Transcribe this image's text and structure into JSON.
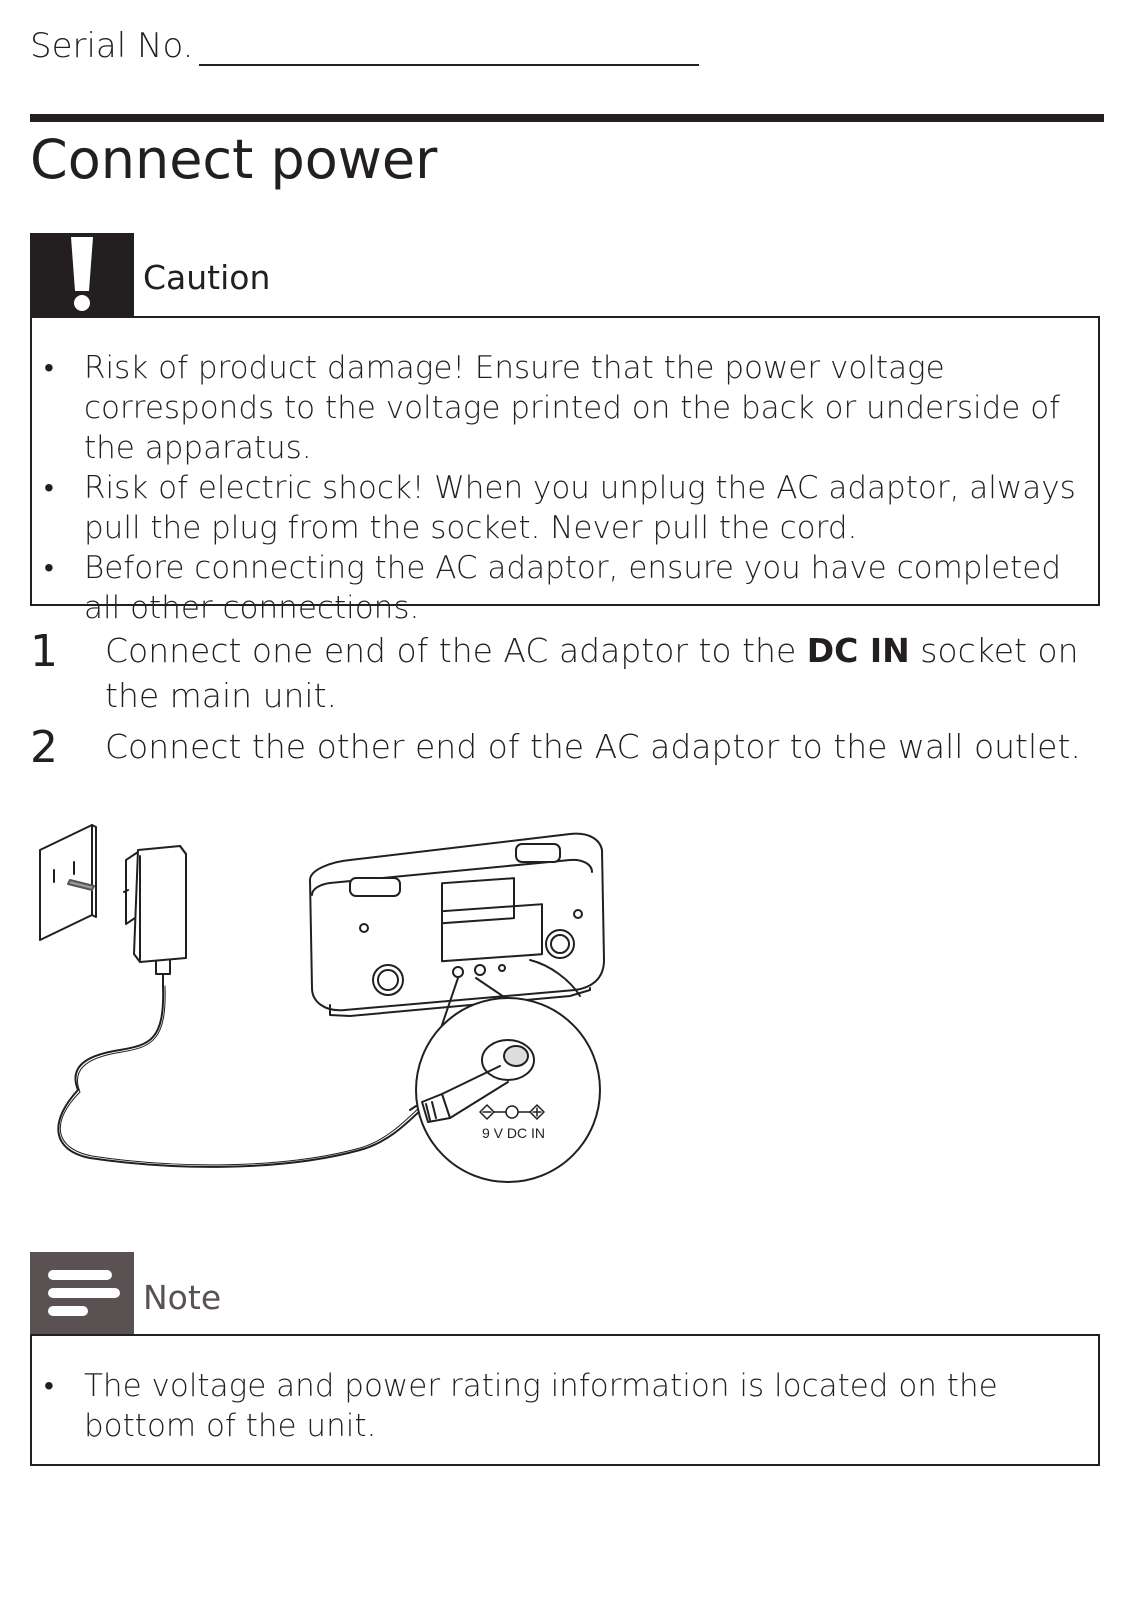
{
  "header": {
    "serial_label": "Serial No."
  },
  "section": {
    "title": "Connect power"
  },
  "caution": {
    "label": "Caution",
    "items": [
      "Risk of product damage! Ensure that the power voltage corresponds to the voltage printed on the back or underside of the apparatus.",
      "Risk of electric shock! When you unplug the AC adaptor, always pull the plug from the socket. Never pull the cord.",
      "Before connecting the AC adaptor, ensure you have completed all other connections."
    ]
  },
  "steps": [
    {
      "num": "1",
      "before": "Connect one end of the AC adaptor to the ",
      "bold": "DC IN",
      "after": " socket on the main unit."
    },
    {
      "num": "2",
      "text": "Connect the other end of the AC adaptor to the wall outlet."
    }
  ],
  "illustration": {
    "dc_label": "9 V DC IN"
  },
  "note": {
    "label": "Note",
    "items": [
      "The voltage and power rating information is located on the bottom of the unit."
    ]
  }
}
